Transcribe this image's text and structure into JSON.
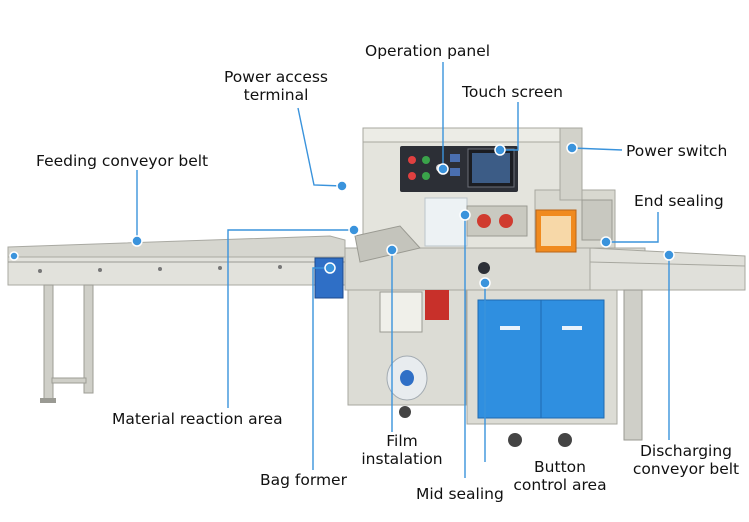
{
  "labels": {
    "operation_panel": "Operation panel",
    "power_access_terminal_1": "Power access",
    "power_access_terminal_2": "terminal",
    "touch_screen": "Touch screen",
    "feeding_conveyor_belt": "Feeding conveyor belt",
    "power_switch": "Power switch",
    "end_sealing": "End sealing",
    "material_reaction_area": "Material reaction area",
    "film_installation_1": "Film",
    "film_installation_2": "instalation",
    "button_control_area_1": "Button",
    "button_control_area_2": "control area",
    "discharging_conveyor_belt_1": "Discharging",
    "discharging_conveyor_belt_2": "conveyor belt",
    "bag_former": "Bag former",
    "mid_sealing": "Mid sealing"
  },
  "colors": {
    "leader": "#3a93dc",
    "machine_steel": "#dcdcd4",
    "machine_shadow": "#b9b9b0",
    "panel_dark": "#2c2f36",
    "cabinet_blue": "#2f8fe0",
    "warning_orange": "#f08a1e"
  }
}
